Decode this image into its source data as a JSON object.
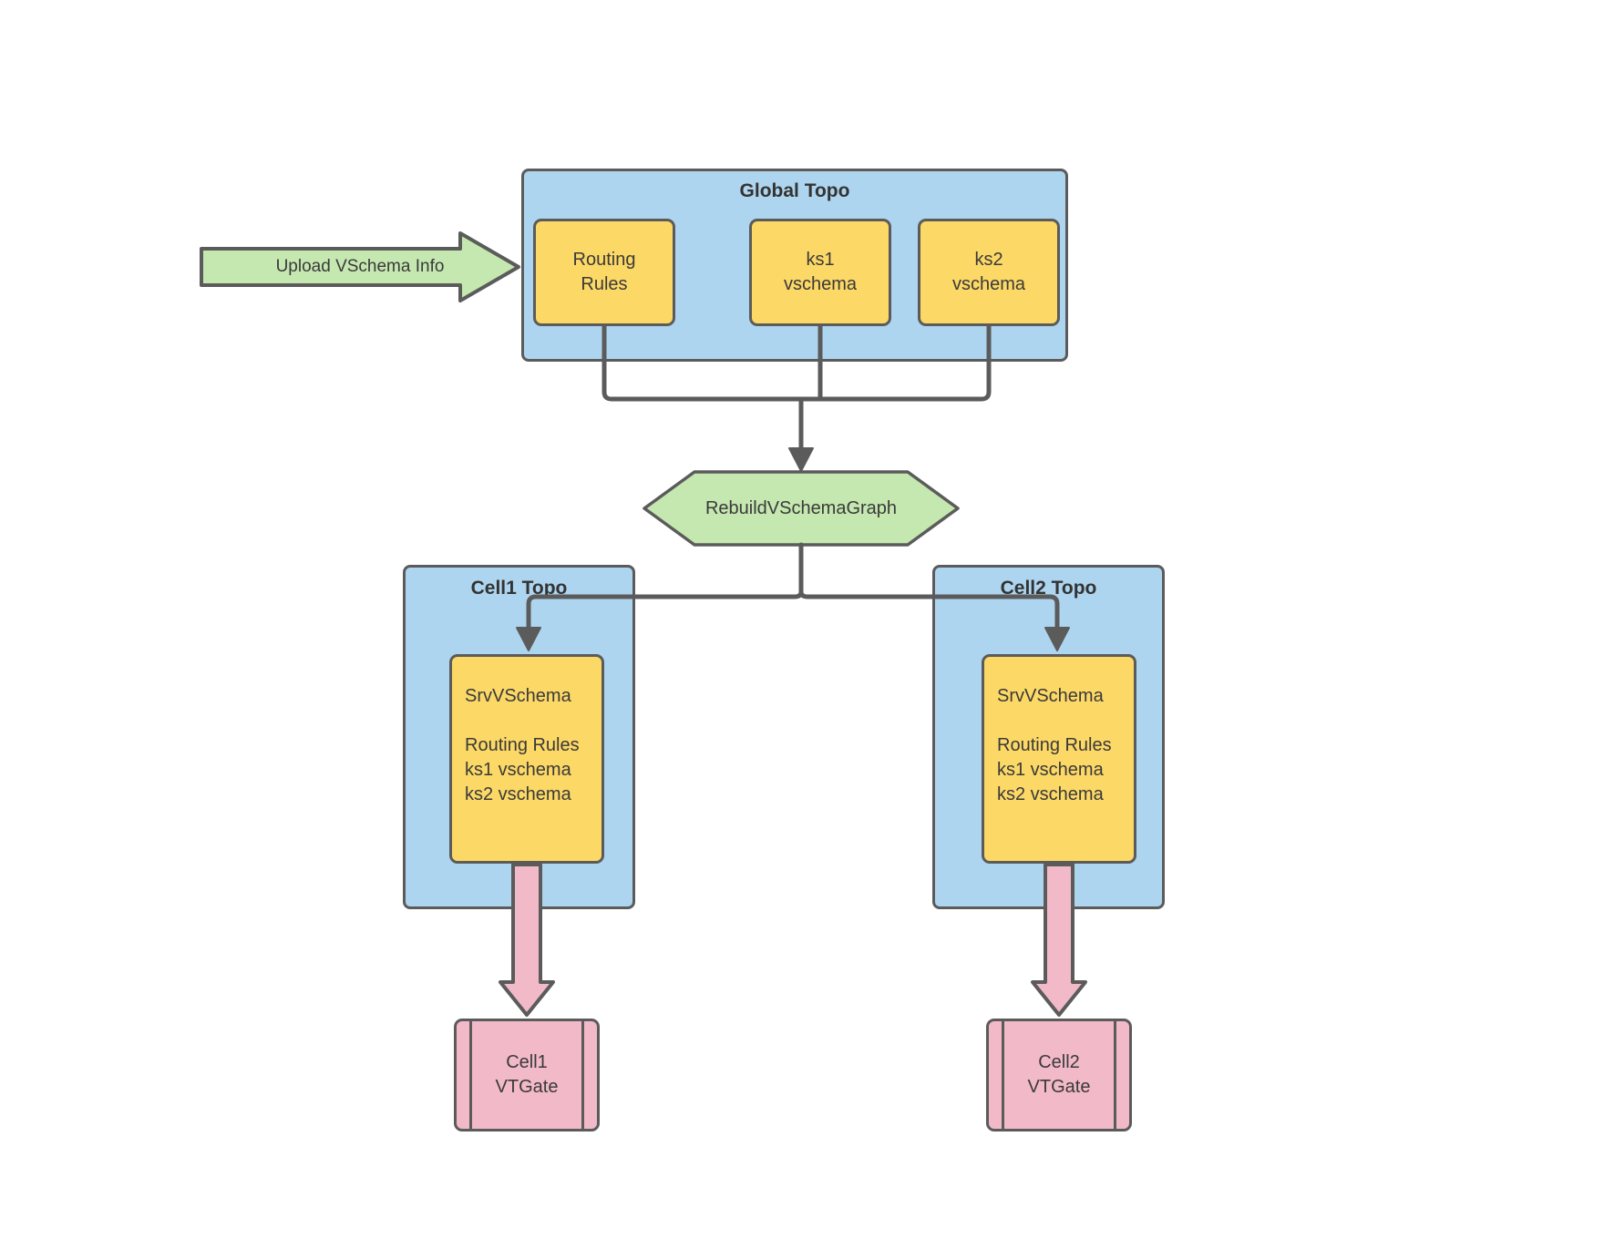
{
  "diagram": {
    "upload_arrow": {
      "label": "Upload VSchema Info"
    },
    "global_topo": {
      "title": "Global Topo",
      "nodes": {
        "routing_rules": "Routing\nRules",
        "ks1": "ks1\nvschema",
        "ks2": "ks2\nvschema"
      }
    },
    "rebuild_step": {
      "label": "RebuildVSchemaGraph"
    },
    "cell1": {
      "title": "Cell1 Topo",
      "srv_vschema": "SrvVSchema\n\nRouting Rules\nks1 vschema\nks2 vschema",
      "vtgate": "Cell1\nVTGate"
    },
    "cell2": {
      "title": "Cell2 Topo",
      "srv_vschema": "SrvVSchema\n\nRouting Rules\nks1 vschema\nks2 vschema",
      "vtgate": "Cell2\nVTGate"
    },
    "colors": {
      "container_blue": "#aed5ef",
      "node_yellow": "#fcd866",
      "accent_green": "#c5e7b0",
      "accent_pink": "#f2b9c9",
      "stroke_gray": "#5b5b5b",
      "text": "#333333"
    }
  }
}
